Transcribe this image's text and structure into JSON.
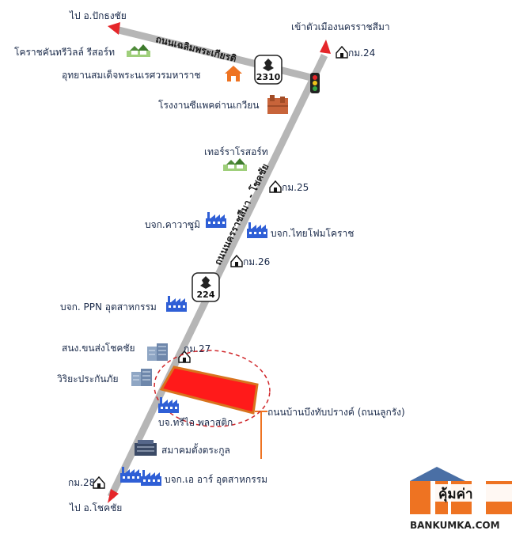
{
  "roads": {
    "top_road_name": "ถนนเฉลิมพระเกียรติ",
    "main_road_name": "ถนนนครราชสีมา - โชคชัย",
    "side_road_name": "ถนนบ้านบึงทับปรางค์ (ถนนลูกรัง)"
  },
  "directions": {
    "to_pakthongchai": "ไป อ.ปักธงชัย",
    "to_korat_city": "เข้าตัวเมืองนครราชสีมา",
    "to_chokchai": "ไป อ.โชคชัย"
  },
  "highway_shields": {
    "top": "2310",
    "main": "224"
  },
  "km_markers": {
    "km24": "กม.24",
    "km25": "กม.25",
    "km26": "กม.26",
    "km27": "กม.27",
    "km28": "กม.28"
  },
  "landmarks": {
    "korat_country_resort": "โคราชคันทรีวิลล์ รีสอร์ท",
    "naresuan_park": "อุทยานสมเด็จพระนเรศวรมหาราช",
    "dan_kwian_pottery": "โรงงานซีแพคด่านเกวียน",
    "terra_resort": "เทอร์ราโรสอร์ท",
    "kawasumi": "บจก.คาวาซูมิ",
    "thai_foam_korat": "บจก.ไทยโฟมโคราช",
    "ppn_industry": "บจก. PPN อุตสาหกรรม",
    "chokchai_transport": "สนง.ขนส่งโชคชัย",
    "viriya_insurance": "วิริยะประกันภัย",
    "three_plastic": "บจ.ทรีไอ พลาสติก",
    "tang_association": "สมาคมตั้งตระกูล",
    "ar_industry": "บจก.เอ อาร์ อุตสาหกรรม"
  },
  "brand": {
    "name": "คุ้มค่า",
    "website": "BANKUMKA.COM"
  },
  "colors": {
    "road": "#b6b6b6",
    "arrow": "#e5262a",
    "plot_fill": "#ff1a1a",
    "plot_border": "#d8731e",
    "dashed_circle": "#d0262a",
    "factory_blue": "#2f5fd6",
    "label_text": "#1a2a4a",
    "brand_orange": "#ee7322",
    "brand_blue": "#4a6fa5"
  }
}
